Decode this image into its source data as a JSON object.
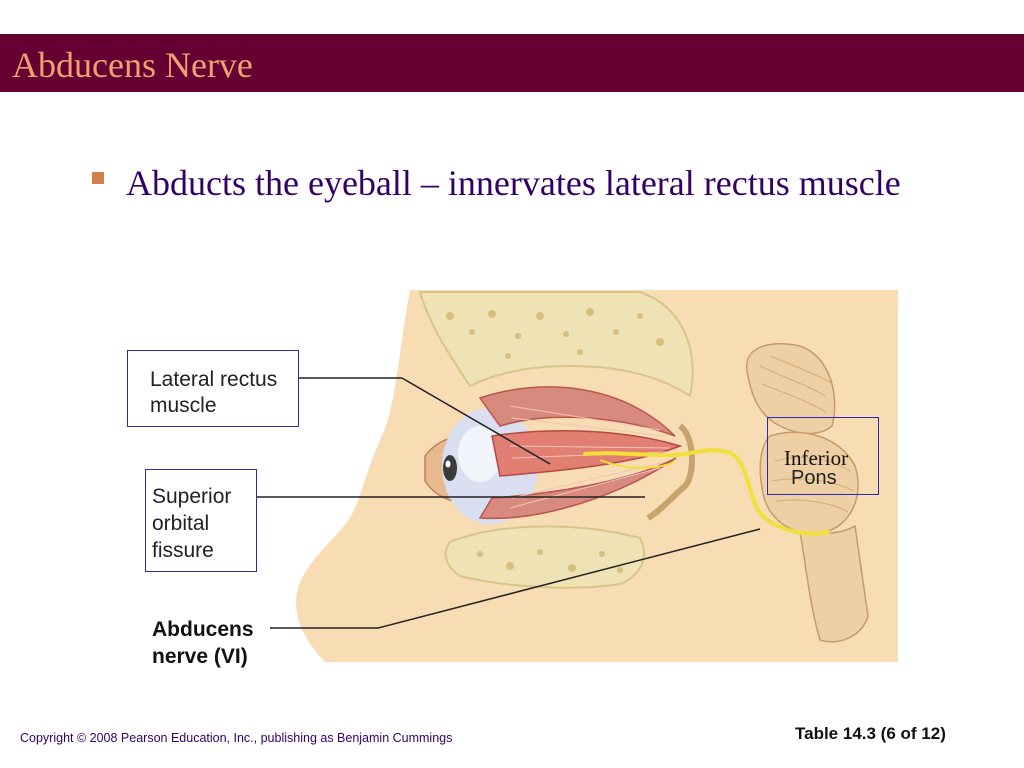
{
  "slide": {
    "title": "Abducens Nerve",
    "bullets": [
      "Abducts the eyeball – innervates lateral rectus muscle"
    ]
  },
  "figure": {
    "labels": {
      "lateral_rectus": [
        "Lateral rectus",
        "muscle"
      ],
      "superior_orbital": [
        "Superior",
        "orbital",
        "fissure"
      ],
      "abducens": [
        "Abducens",
        "nerve (VI)"
      ],
      "inferior": "Inferior",
      "pons": "Pons"
    }
  },
  "footer": {
    "copyright": "Copyright © 2008 Pearson Education, Inc., publishing as Benjamin Cummings",
    "table_ref": "Table 14.3 (6 of 12)"
  },
  "colors": {
    "title_bar": "#660033",
    "title_text": "#f0a070",
    "body_text": "#330066",
    "bullet": "#d4804a",
    "nerve": "#f2e03a"
  }
}
